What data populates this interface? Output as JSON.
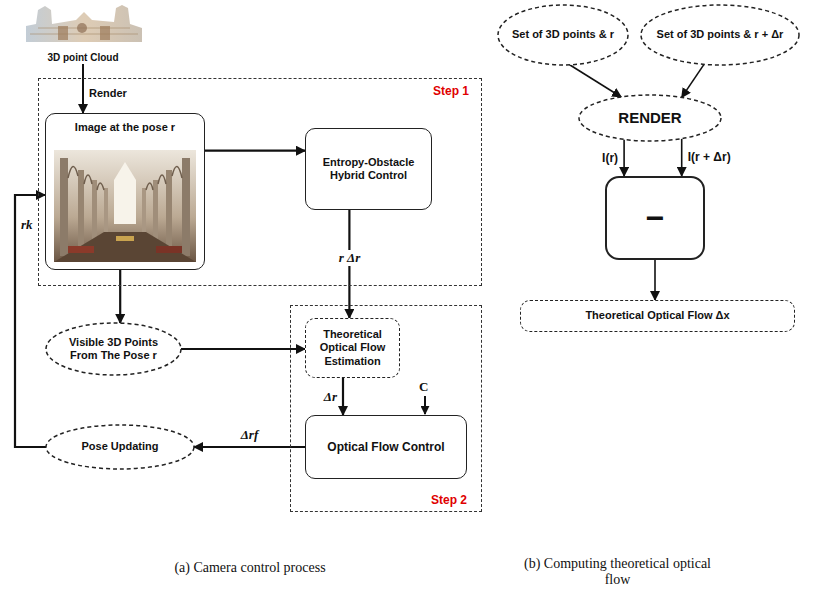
{
  "diagram": {
    "nodes": [
      {
        "text": [
          "3D point Cloud"
        ]
      },
      {
        "text": [
          "Step 1"
        ]
      },
      {
        "text": [
          "Image at the pose r"
        ],
        "in": 1
      },
      {
        "text": [
          "Entropy-Obstacle Hybrid Control"
        ],
        "in": 1
      },
      {
        "text": [
          "Visible 3D Points From The Pose r"
        ]
      },
      {
        "text": [
          "Step 2"
        ]
      },
      {
        "text": [
          "Theoretical Optical Flow Estimation"
        ],
        "in": 5
      },
      {
        "text": [
          "Optical Flow Control"
        ],
        "in": 5
      },
      {
        "text": [
          "Pose Updating"
        ]
      },
      {
        "text": [
          "Set of 3D points & r"
        ]
      },
      {
        "text": [
          "Set of 3D points & r + Δr"
        ]
      },
      {
        "text": [
          "RENDER"
        ]
      },
      {
        "text": [
          "−"
        ]
      },
      {
        "text": [
          "Theoretical Optical Flow Δx"
        ]
      }
    ],
    "edges": [
      {
        "from": 0,
        "to": 2,
        "label": "Render",
        "arrow": "to"
      },
      {
        "from": 2,
        "to": 3,
        "arrow": "to"
      },
      {
        "from": 3,
        "to": 6,
        "label": "r Δr",
        "arrow": "to"
      },
      {
        "from": 2,
        "to": 4,
        "arrow": "to"
      },
      {
        "from": 4,
        "to": 6,
        "arrow": "to"
      },
      {
        "from": 6,
        "to": 7,
        "label": "Δr",
        "arrow": "to"
      },
      {
        "from": 7,
        "to": 8,
        "label": "Δrf",
        "arrow": "to"
      },
      {
        "from": 8,
        "to": 2,
        "label": "rk",
        "arrow": "to"
      },
      {
        "from": 9,
        "to": 11,
        "arrow": "to"
      },
      {
        "from": 10,
        "to": 11,
        "arrow": "to"
      },
      {
        "from": 11,
        "to": 12,
        "label": "I(r)",
        "arrow": "to"
      },
      {
        "from": 11,
        "to": 12,
        "label": "I(r + Δr)",
        "arrow": "to"
      },
      {
        "from": 12,
        "to": 13,
        "arrow": "to"
      }
    ],
    "labels": [
      "C",
      "(a) Camera control process",
      "(b) Computing theoretical optical flow"
    ]
  }
}
